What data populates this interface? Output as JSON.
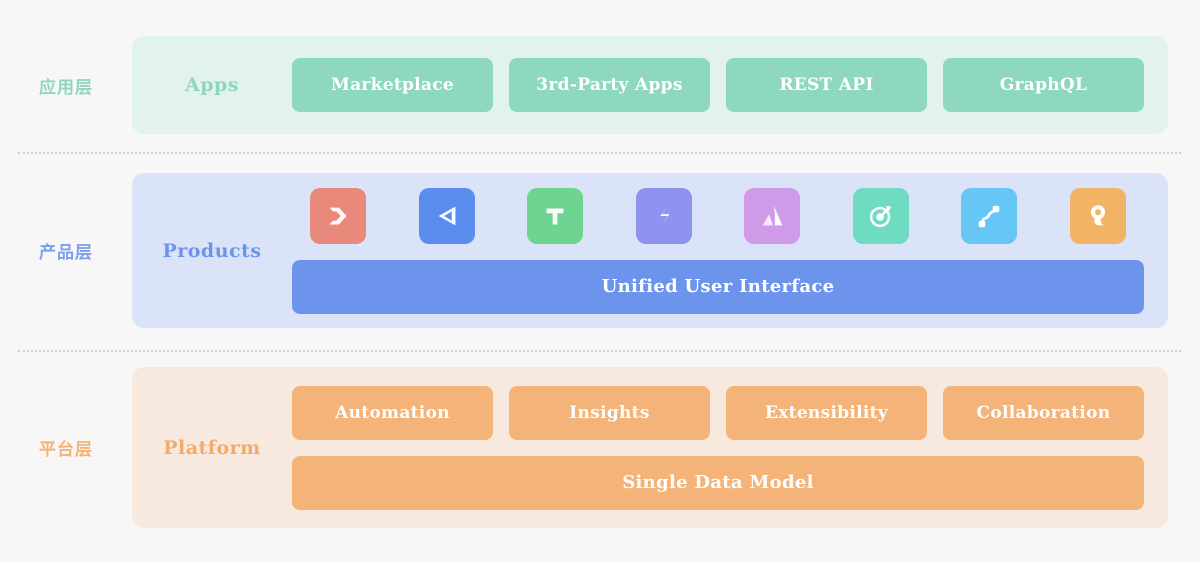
{
  "diagram": {
    "background": "#f7f7f7",
    "layers": [
      {
        "id": "apps",
        "side_label": "应用层",
        "panel_label": "Apps",
        "accent": "#8ed8bd",
        "panel_bg": "#e2f3ed",
        "chips": [
          {
            "label": "Marketplace"
          },
          {
            "label": "3rd-Party Apps"
          },
          {
            "label": "REST API"
          },
          {
            "label": "GraphQL"
          }
        ]
      },
      {
        "id": "products",
        "side_label": "产品层",
        "panel_label": "Products",
        "accent": "#6d94ec",
        "panel_bg": "#dbe3f8",
        "icons": [
          {
            "name": "jira-icon",
            "color": "#e8897b"
          },
          {
            "name": "jira-service-management-icon",
            "color": "#5b8def"
          },
          {
            "name": "trello-icon",
            "color": "#6fd391"
          },
          {
            "name": "confluence-icon",
            "color": "#8e93ef"
          },
          {
            "name": "atlassian-icon",
            "color": "#cf9ae8"
          },
          {
            "name": "focus-target-icon",
            "color": "#6fdcc2"
          },
          {
            "name": "workflow-icon",
            "color": "#66c6f5"
          },
          {
            "name": "opsgenie-icon",
            "color": "#f2b364"
          }
        ],
        "wide_bar": "Unified User Interface"
      },
      {
        "id": "platform",
        "side_label": "平台层",
        "panel_label": "Platform",
        "accent": "#f4b379",
        "panel_bg": "#f7e9dd",
        "chips": [
          {
            "label": "Automation"
          },
          {
            "label": "Insights"
          },
          {
            "label": "Extensibility"
          },
          {
            "label": "Collaboration"
          }
        ],
        "wide_bar": "Single Data Model"
      }
    ]
  }
}
